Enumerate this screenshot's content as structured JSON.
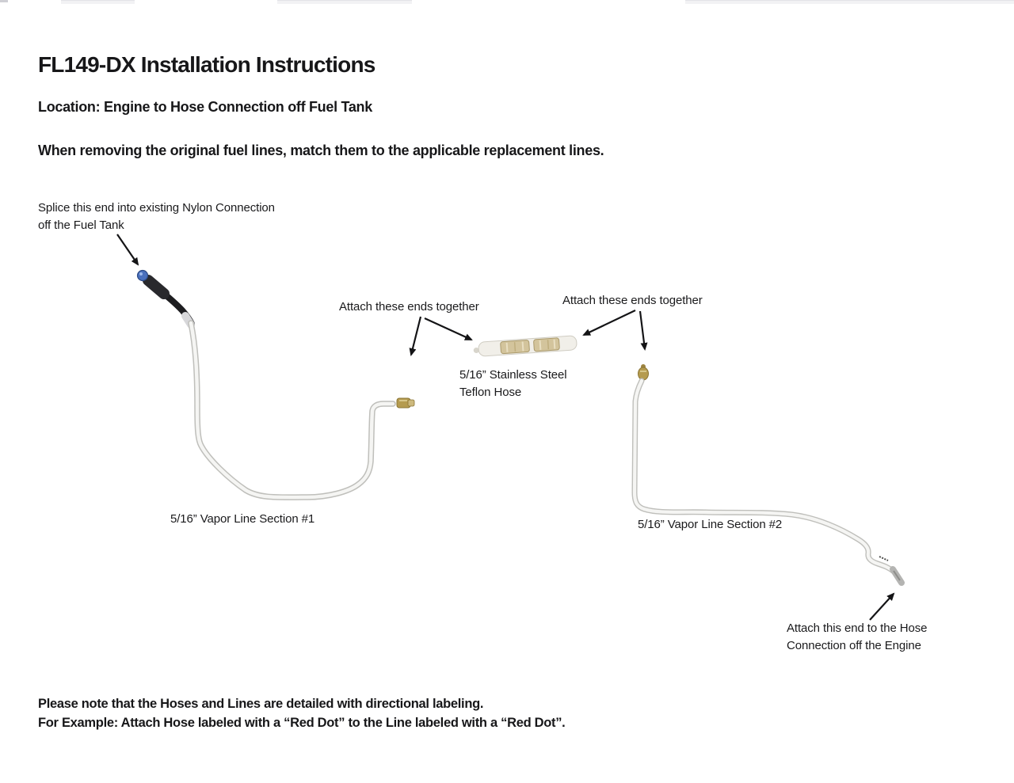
{
  "header": {
    "title": "FL149-DX Installation Instructions",
    "location": "Location: Engine to Hose Connection off Fuel Tank",
    "instruction": "When removing the original fuel lines, match them to the applicable replacement lines."
  },
  "diagram": {
    "splice_note": {
      "line1": "Splice this end into existing Nylon Connection",
      "line2": "off the Fuel Tank"
    },
    "attach_note_left": "Attach these ends together",
    "attach_note_right": "Attach these ends together",
    "teflon_hose_label": {
      "line1": "5/16” Stainless Steel",
      "line2": "Teflon Hose"
    },
    "vapor_line_1_label": "5/16” Vapor Line Section #1",
    "vapor_line_2_label": "5/16” Vapor Line Section #2",
    "engine_note": {
      "line1": "Attach this end to the Hose",
      "line2": "Connection off the Engine"
    },
    "parts": {
      "vapor_line_1": "5/16 inch Vapor Line Section #1",
      "vapor_line_2": "5/16 inch Vapor Line Section #2",
      "teflon_hose": "5/16 inch Stainless Steel Teflon Hose",
      "nylon_connector": "Nylon connection end (blue tip)",
      "engine_end_fitting": "Engine-side hose connection end"
    }
  },
  "footer": {
    "line1": "Please note that the Hoses and Lines are detailed with directional labeling.",
    "line2": "For Example: Attach Hose labeled with a “Red Dot” to the Line labeled with a “Red Dot”."
  },
  "colors": {
    "text": "#1a1a1c",
    "tube_fill": "#f5f5f3",
    "tube_outline": "#bfbfbb",
    "brass_fitting": "#b59b4f",
    "braid": "#d3c49c",
    "nylon_connector_blue": "#4a70bd",
    "rubber_hose_black": "#1d1d20",
    "arrow": "#141416"
  }
}
